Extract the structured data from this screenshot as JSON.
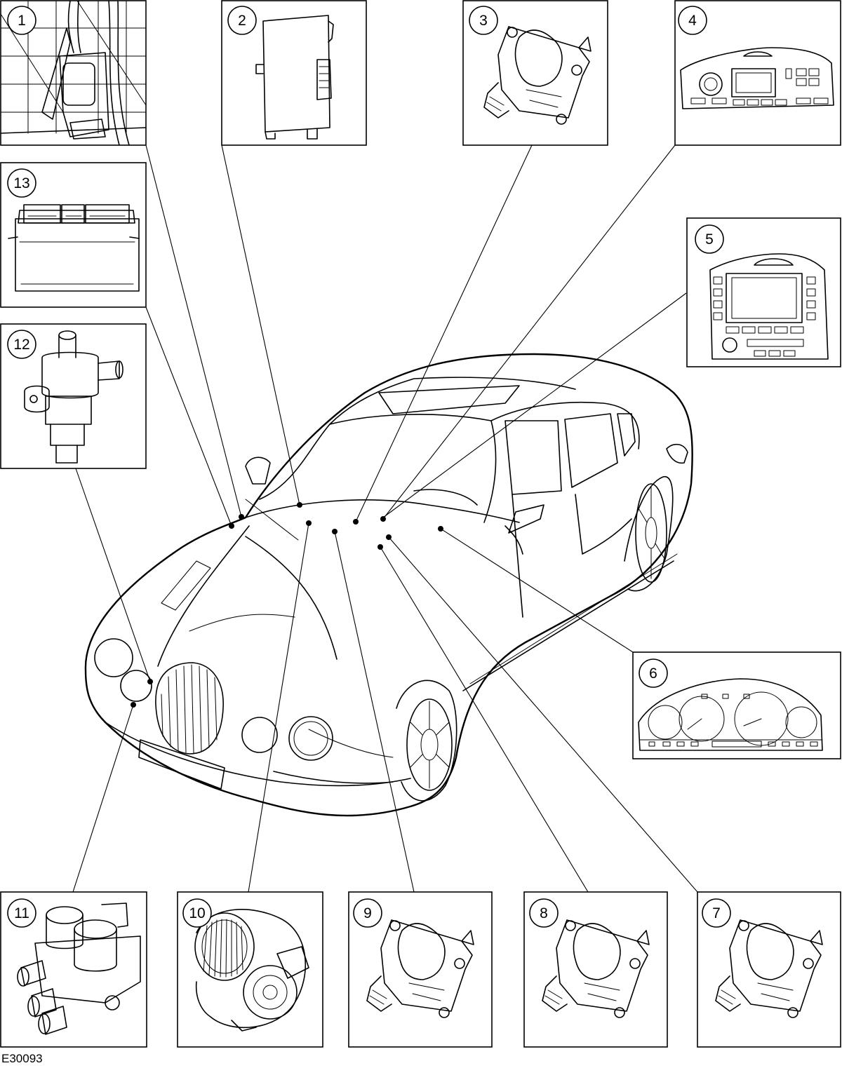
{
  "figure_id": "E30093",
  "callouts": [
    "1",
    "2",
    "3",
    "4",
    "5",
    "6",
    "7",
    "8",
    "9",
    "10",
    "11",
    "12",
    "13"
  ]
}
